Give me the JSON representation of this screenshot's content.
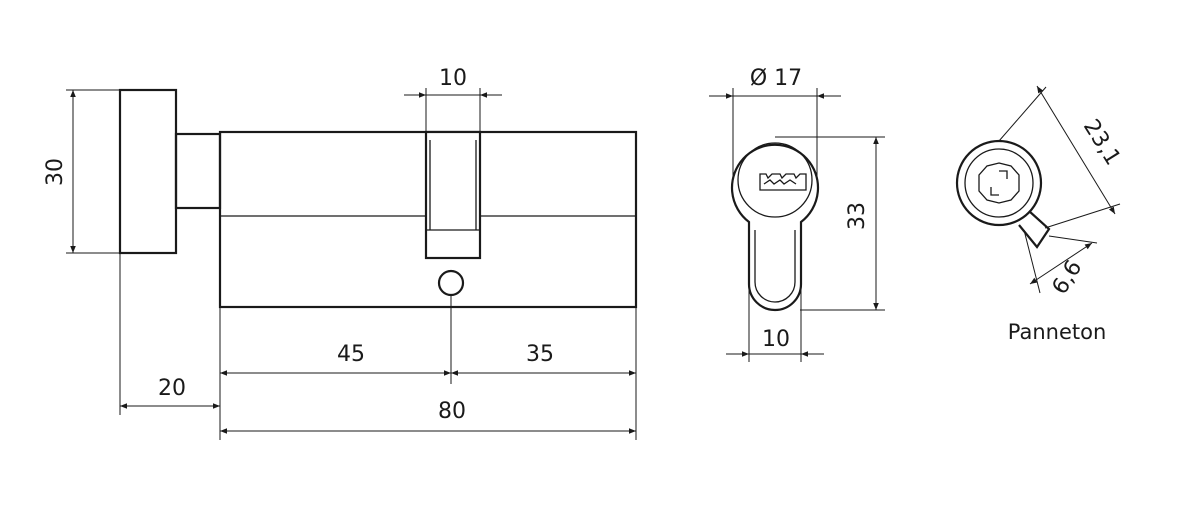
{
  "side_view": {
    "dim_knob_height": "30",
    "dim_knob_offset": "20",
    "dim_cam_width": "10",
    "dim_left_half": "45",
    "dim_right_half": "35",
    "dim_total_length": "80"
  },
  "front_view": {
    "dim_diameter": "Ø 17",
    "dim_height": "33",
    "dim_bottom_width": "10"
  },
  "cam_view": {
    "dim_cam_radius": "23,1",
    "dim_cam_thickness": "6,6",
    "caption": "Panneton"
  },
  "colors": {
    "line": "#1a1a1a",
    "background": "#ffffff"
  }
}
